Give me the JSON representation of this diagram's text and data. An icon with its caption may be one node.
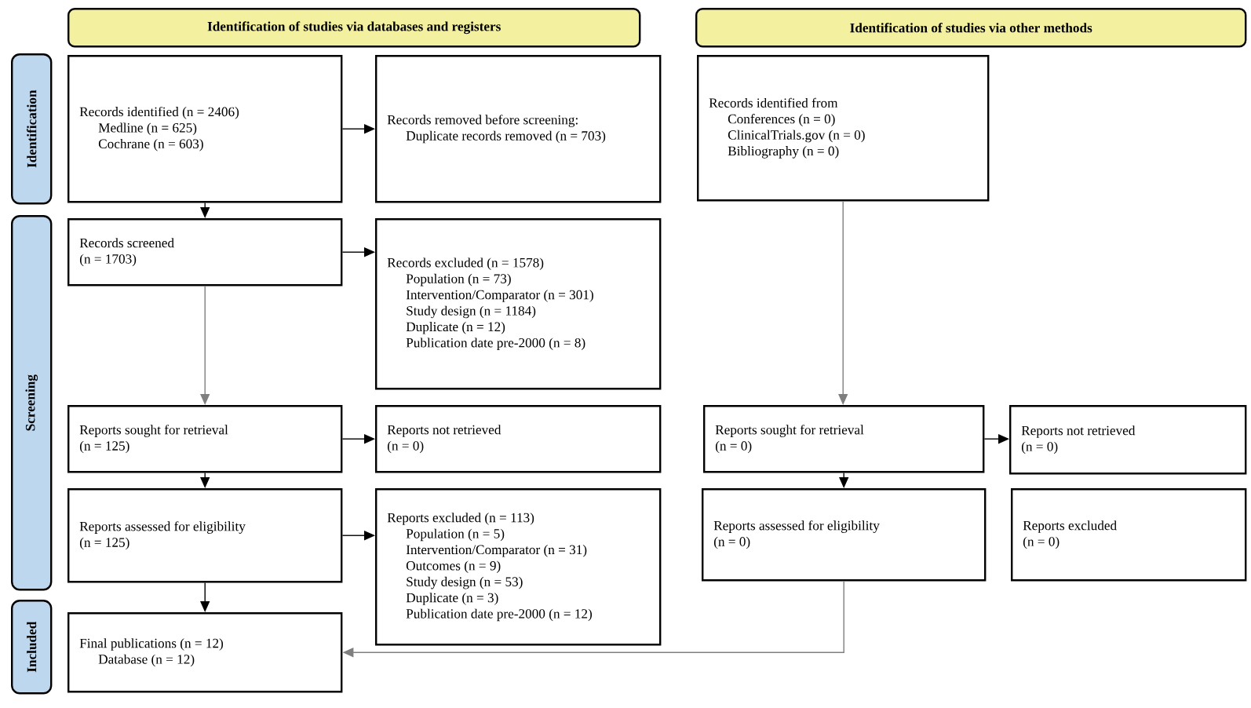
{
  "diagram": {
    "nodes": [
      {
        "text": [
          "Identification of studies via databases and registers"
        ]
      },
      {
        "text": [
          "Identification of studies via other methods"
        ]
      },
      {
        "text": [
          "Identification"
        ]
      },
      {
        "text": [
          "Screening"
        ]
      },
      {
        "text": [
          "Included"
        ]
      },
      {
        "text": [
          "Records identified (n = 2406)",
          "Medline (n = 625)",
          "Cochrane (n = 603)"
        ]
      },
      {
        "text": [
          "Records removed before screening:",
          "Duplicate records removed (n = 703)"
        ]
      },
      {
        "text": [
          "Records screened",
          "(n = 1703)"
        ]
      },
      {
        "text": [
          "Records excluded (n = 1578)",
          "Population (n = 73)",
          "Intervention/Comparator (n = 301)",
          "Study design (n = 1184)",
          "Duplicate (n = 12)",
          "Publication date pre-2000 (n = 8)"
        ]
      },
      {
        "text": [
          "Reports sought for retrieval",
          "(n = 125)"
        ]
      },
      {
        "text": [
          "Reports not retrieved",
          "(n = 0)"
        ]
      },
      {
        "text": [
          "Reports assessed for eligibility",
          "(n = 125)"
        ]
      },
      {
        "text": [
          "Reports excluded (n = 113)",
          "Population (n = 5)",
          "Intervention/Comparator (n = 31)",
          "Outcomes (n = 9)",
          "Study design (n = 53)",
          "Duplicate (n = 3)",
          "Publication date pre-2000 (n = 12)"
        ]
      },
      {
        "text": [
          "Final publications (n = 12)",
          "Database (n = 12)"
        ]
      },
      {
        "text": [
          "Records identified from",
          "Conferences (n = 0)",
          "ClinicalTrials.gov (n = 0)",
          "Bibliography (n = 0)"
        ]
      },
      {
        "text": [
          "Reports sought for retrieval",
          "(n = 0)"
        ]
      },
      {
        "text": [
          "Reports not retrieved",
          "(n = 0)"
        ]
      },
      {
        "text": [
          "Reports assessed for eligibility",
          "(n = 0)"
        ]
      },
      {
        "text": [
          "Reports excluded",
          "(n = 0)"
        ]
      }
    ],
    "edges": [
      {
        "from": 5,
        "to": 7,
        "arrow": "to"
      },
      {
        "from": 5,
        "to": 6,
        "arrow": "to"
      },
      {
        "from": 7,
        "to": 8,
        "arrow": "to"
      },
      {
        "from": 7,
        "to": 9,
        "arrow": "to",
        "color": "#7f7f7f"
      },
      {
        "from": 9,
        "to": 10,
        "arrow": "to"
      },
      {
        "from": 9,
        "to": 11,
        "arrow": "to"
      },
      {
        "from": 11,
        "to": 12,
        "arrow": "to"
      },
      {
        "from": 11,
        "to": 13,
        "arrow": "to"
      },
      {
        "from": 14,
        "to": 15,
        "arrow": "to",
        "color": "#7f7f7f"
      },
      {
        "from": 15,
        "to": 16,
        "arrow": "to"
      },
      {
        "from": 15,
        "to": 17,
        "arrow": "to"
      },
      {
        "from": 17,
        "to": 13,
        "arrow": "to",
        "color": "#7f7f7f"
      }
    ]
  }
}
